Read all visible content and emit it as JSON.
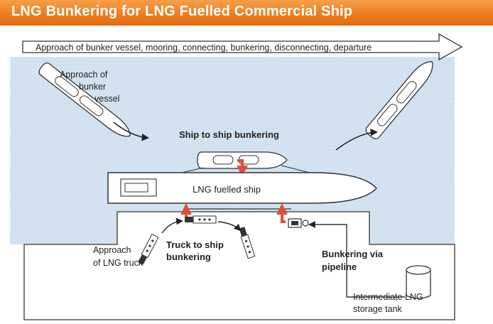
{
  "title": "LNG Bunkering  for LNG Fuelled Commercial Ship",
  "timeline": "Approach of bunker vessel, mooring, connecting, bunkering, disconnecting, departure",
  "labels": {
    "approach_bunker_1": "Approach of",
    "approach_bunker_2": "bunker",
    "approach_bunker_3": "vessel",
    "ship_to_ship": "Ship to ship  bunkering",
    "fuelled_ship": "LNG fuelled ship",
    "approach_truck_1": "Approach",
    "approach_truck_2": "of LNG truck",
    "truck_to_ship_1": "Truck to ship",
    "truck_to_ship_2": "bunkering",
    "pipeline_1": "Bunkering via",
    "pipeline_2": "pipeline",
    "tank_1": "Intermediate LNG",
    "tank_2": "storage tank"
  },
  "colors": {
    "banner": "#ee7d1f",
    "water": "#cfe0ef",
    "flow_arrow": "#d9533c",
    "outline": "#333333"
  }
}
